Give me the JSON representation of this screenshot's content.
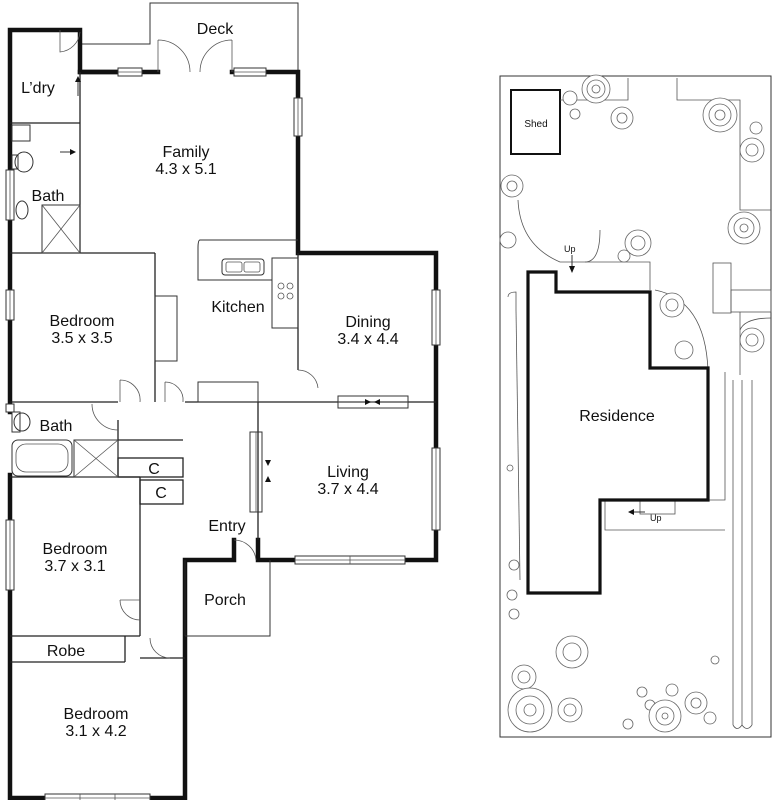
{
  "floor_plan": {
    "rooms": {
      "deck": {
        "name": "Deck"
      },
      "laundry": {
        "name": "L’dry"
      },
      "family": {
        "name": "Family",
        "size": "4.3 x 5.1"
      },
      "bath_top": {
        "name": "Bath"
      },
      "kitchen": {
        "name": "Kitchen"
      },
      "bedroom1": {
        "name": "Bedroom",
        "size": "3.5 x 3.5"
      },
      "dining": {
        "name": "Dining",
        "size": "3.4 x 4.4"
      },
      "bath_mid": {
        "name": "Bath"
      },
      "living": {
        "name": "Living",
        "size": "3.7 x 4.4"
      },
      "cupboard1": {
        "name": "C"
      },
      "cupboard2": {
        "name": "C"
      },
      "entry": {
        "name": "Entry"
      },
      "bedroom2": {
        "name": "Bedroom",
        "size": "3.7 x 3.1"
      },
      "porch": {
        "name": "Porch"
      },
      "robe": {
        "name": "Robe"
      },
      "bedroom3": {
        "name": "Bedroom",
        "size": "3.1 x 4.2"
      }
    }
  },
  "site_plan": {
    "shed": "Shed",
    "residence": "Residence",
    "up_top": "Up",
    "up_bottom": "Up"
  }
}
